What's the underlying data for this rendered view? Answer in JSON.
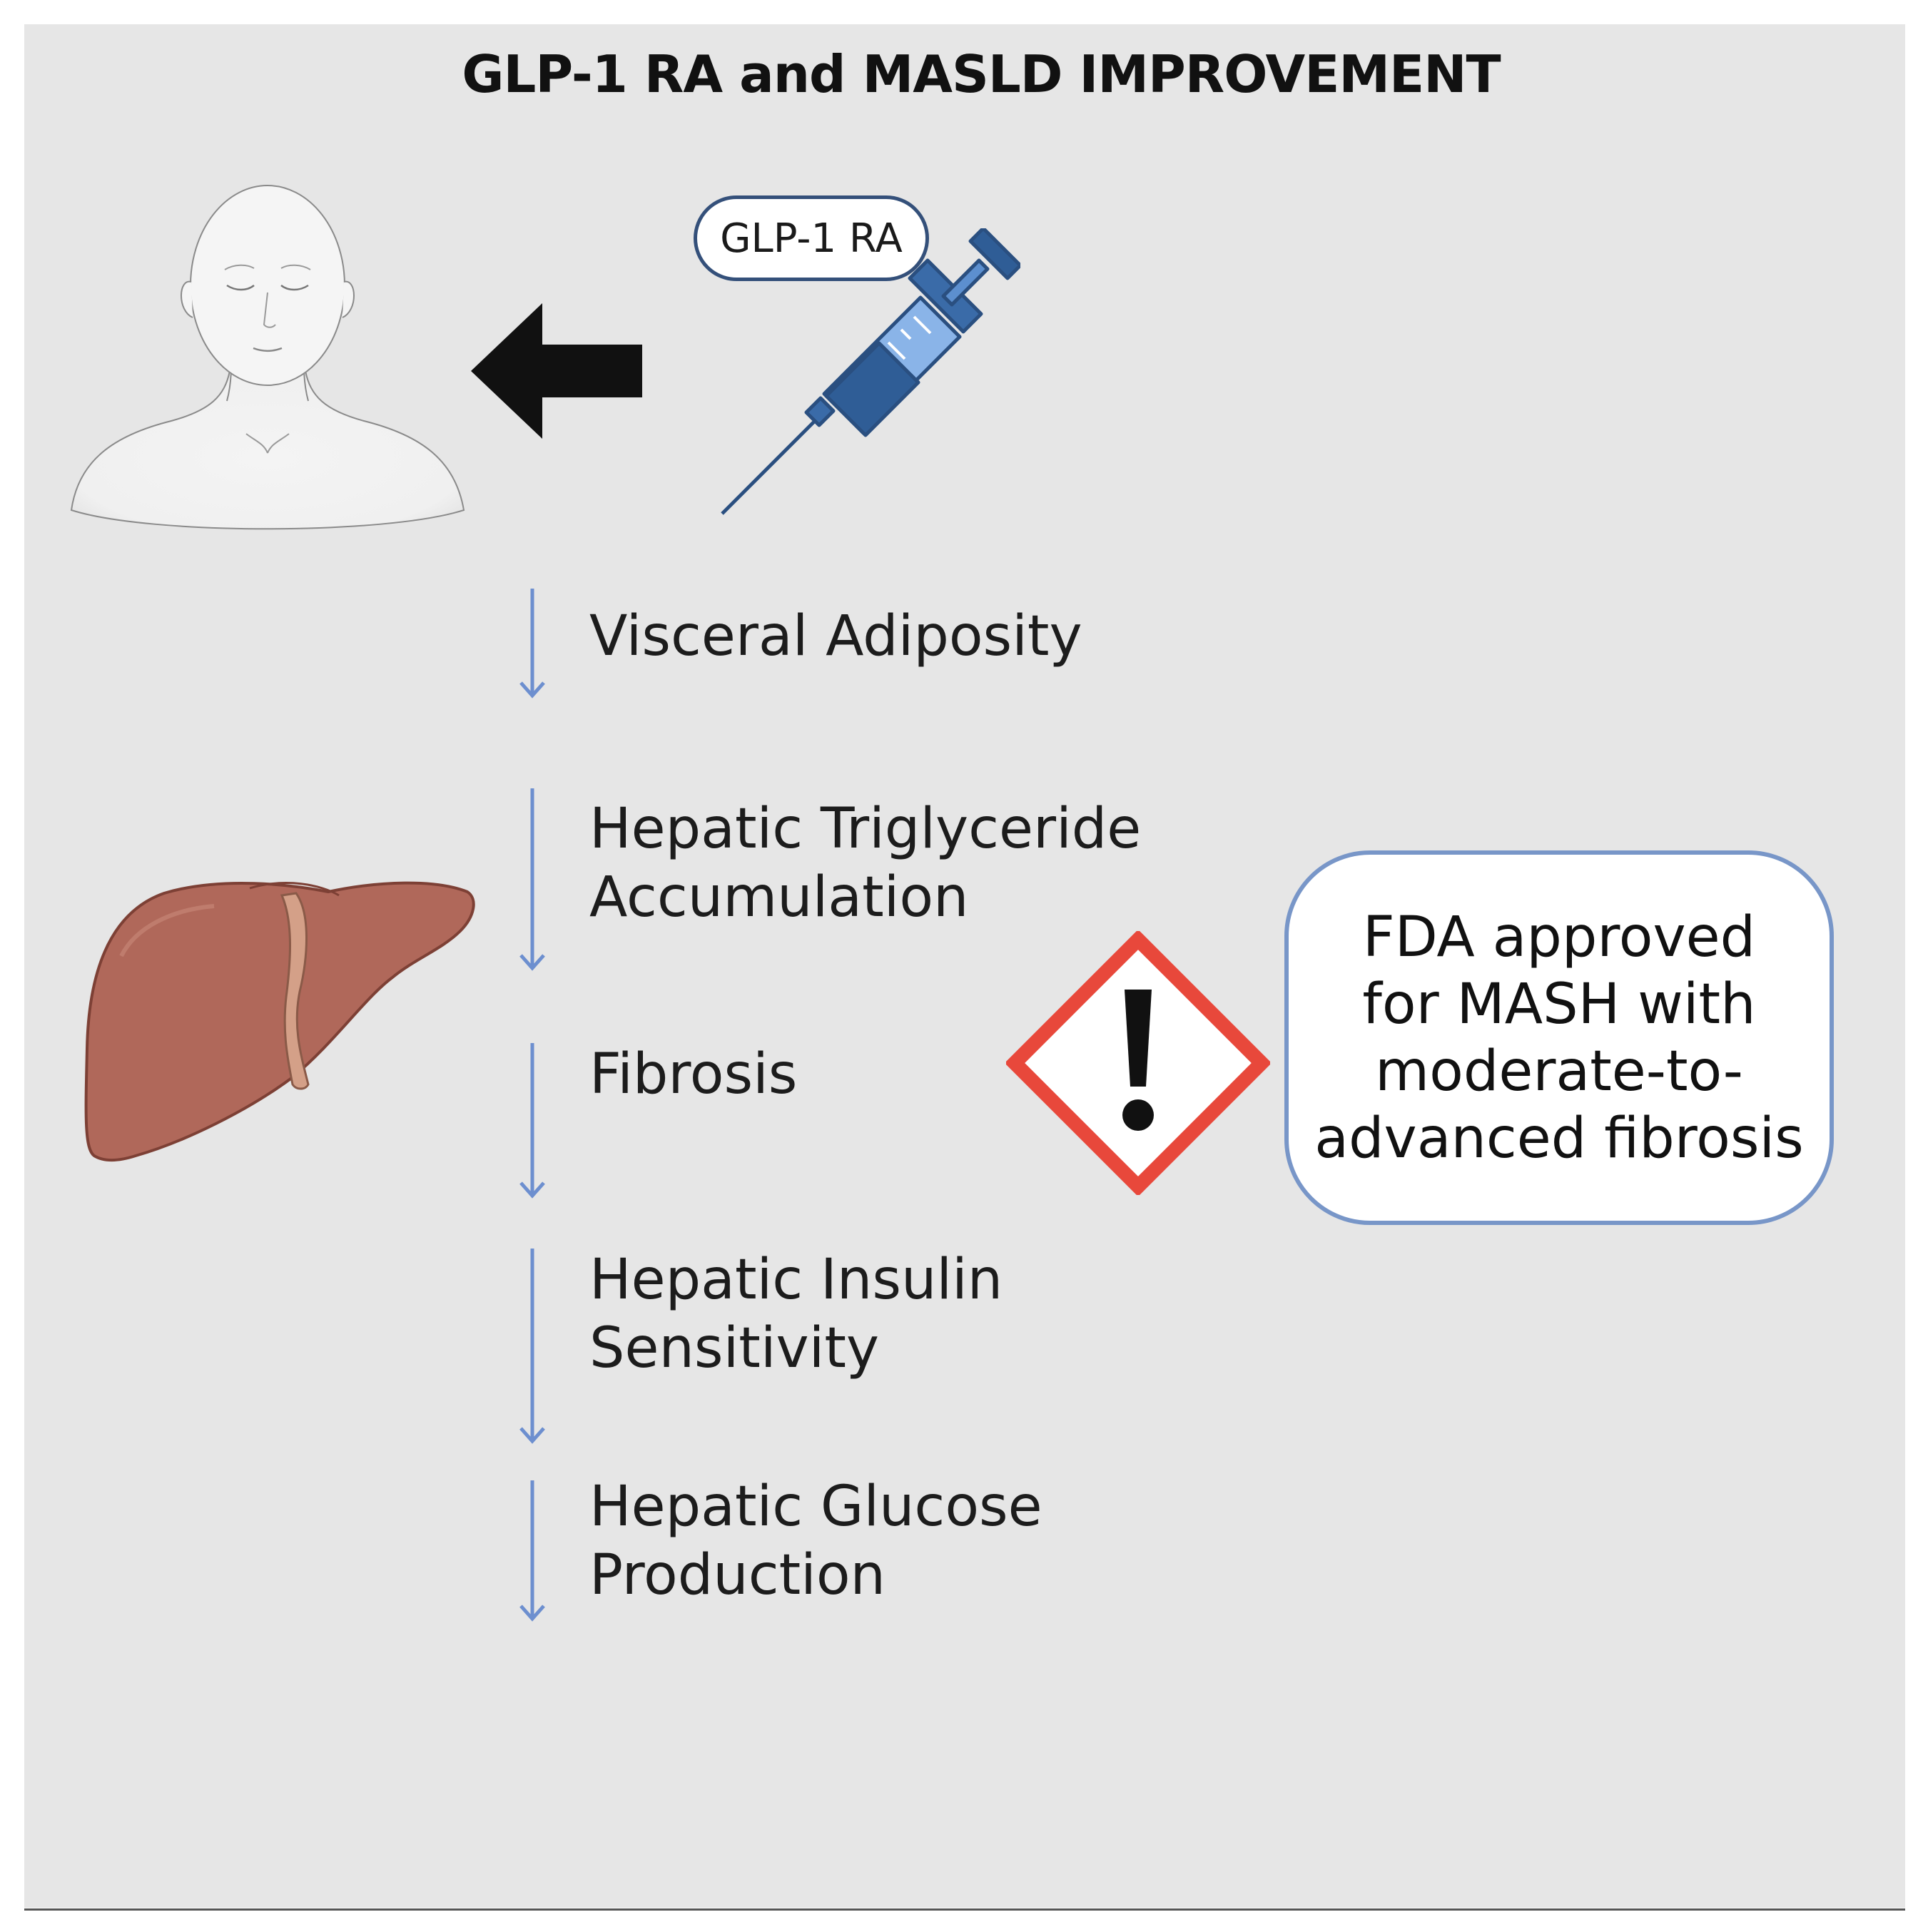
{
  "title": "GLP-1 RA and MASLD IMPROVEMENT",
  "drug": {
    "label": "GLP-1 RA"
  },
  "steps": [
    {
      "lines": [
        "Visceral Adiposity"
      ]
    },
    {
      "lines": [
        "Hepatic Triglyceride",
        "Accumulation"
      ]
    },
    {
      "lines": [
        "Fibrosis"
      ]
    },
    {
      "lines": [
        "Hepatic Insulin",
        "Sensitivity"
      ]
    },
    {
      "lines": [
        "Hepatic Glucose",
        "Production"
      ]
    }
  ],
  "callout": {
    "lines": [
      "FDA approved",
      "for MASH with",
      "moderate-to-",
      "advanced fibrosis"
    ]
  },
  "colors": {
    "background": "#e6e6e6",
    "arrow": "#6d8fcf",
    "warning": "#e8483b",
    "callout_border": "#7896c8",
    "liver": "#b0685a",
    "syringe": "#2f5d96"
  },
  "icons": [
    "person-icon",
    "left-arrow-icon",
    "syringe-icon",
    "liver-icon",
    "warning-icon",
    "down-arrow-icon"
  ]
}
